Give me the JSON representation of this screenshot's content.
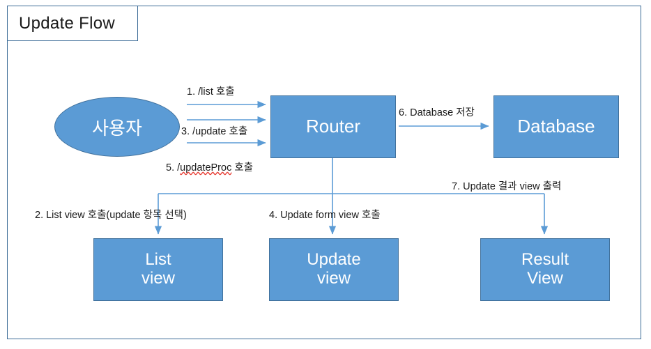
{
  "diagram": {
    "title": "Update Flow",
    "type": "flowchart",
    "accent_color": "#5B9BD5",
    "border_color": "#41719C",
    "frame_color": "#3A6A96",
    "arrow_color": "#5B9BD5",
    "text_color_on_node": "#FFFFFF",
    "label_color": "#1A1A1A"
  },
  "nodes": {
    "user": {
      "label": "사용자",
      "shape": "ellipse"
    },
    "router": {
      "label": "Router",
      "shape": "rect"
    },
    "database": {
      "label": "Database",
      "shape": "rect"
    },
    "list_view": {
      "line1": "List",
      "line2": "view",
      "shape": "rect"
    },
    "update_view": {
      "line1": "Update",
      "line2": "view",
      "shape": "rect"
    },
    "result_view": {
      "line1": "Result",
      "line2": "View",
      "shape": "rect"
    }
  },
  "edges": [
    {
      "step": "1",
      "label": "1. /list 호출",
      "from": "user",
      "to": "router"
    },
    {
      "step": "2",
      "label": "2. List view  호출(update 항목 선택)",
      "from": "router",
      "to": "list_view"
    },
    {
      "step": "3",
      "label": "3. /update 호출",
      "from": "user",
      "to": "router"
    },
    {
      "step": "4",
      "label": "4. Update form view  호출",
      "from": "router",
      "to": "update_view"
    },
    {
      "step": "5",
      "label_prefix": "5. /",
      "label_squiggle": "updateProc",
      "label_suffix": " 호출",
      "label": "5. /updateProc 호출",
      "from": "user",
      "to": "router"
    },
    {
      "step": "6",
      "label": "6. Database 저장",
      "from": "router",
      "to": "database"
    },
    {
      "step": "7",
      "label": "7. Update 결과 view 출력",
      "from": "router",
      "to": "result_view"
    }
  ]
}
